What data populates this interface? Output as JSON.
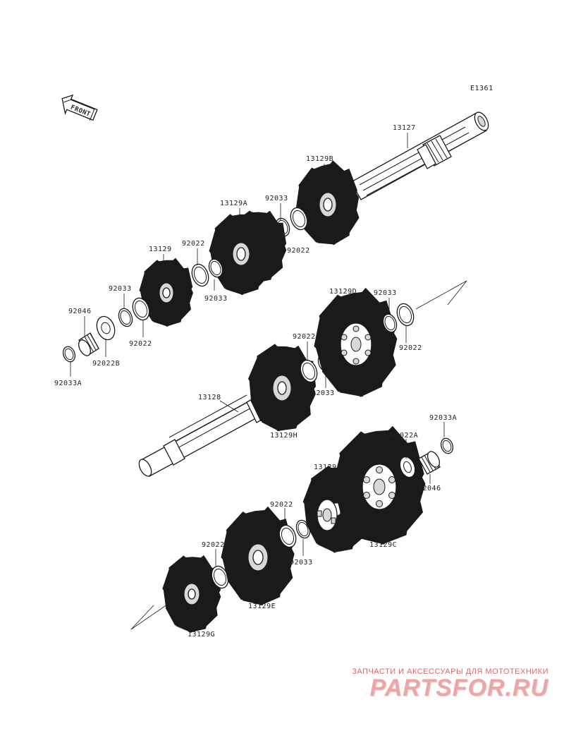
{
  "diagram": {
    "code": "E1361",
    "front_marker": "FRONT",
    "labels": [
      {
        "id": "13127",
        "text": "13127"
      },
      {
        "id": "13129B",
        "text": "13129B"
      },
      {
        "id": "92033-a",
        "text": "92033"
      },
      {
        "id": "13129A",
        "text": "13129A"
      },
      {
        "id": "92022-a",
        "text": "92022"
      },
      {
        "id": "13129",
        "text": "13129"
      },
      {
        "id": "92022-b",
        "text": "92022"
      },
      {
        "id": "92033-b",
        "text": "92033"
      },
      {
        "id": "92033-c",
        "text": "92033"
      },
      {
        "id": "92046-a",
        "text": "92046"
      },
      {
        "id": "92022-c",
        "text": "92022"
      },
      {
        "id": "92022B",
        "text": "92022B"
      },
      {
        "id": "92033A-a",
        "text": "92033A"
      },
      {
        "id": "13129D",
        "text": "13129D"
      },
      {
        "id": "92033-d",
        "text": "92033"
      },
      {
        "id": "92022-d",
        "text": "92022"
      },
      {
        "id": "92022-e",
        "text": "92022"
      },
      {
        "id": "92033-e",
        "text": "92033"
      },
      {
        "id": "13128",
        "text": "13128"
      },
      {
        "id": "13129H",
        "text": "13129H"
      },
      {
        "id": "92033A-b",
        "text": "92033A"
      },
      {
        "id": "92022A",
        "text": "92022A"
      },
      {
        "id": "92046-b",
        "text": "92046"
      },
      {
        "id": "13129F",
        "text": "13129F"
      },
      {
        "id": "92022-f",
        "text": "92022"
      },
      {
        "id": "92033-f",
        "text": "92033"
      },
      {
        "id": "13129C",
        "text": "13129C"
      },
      {
        "id": "92022-g",
        "text": "92022"
      },
      {
        "id": "13129E",
        "text": "13129E"
      },
      {
        "id": "13129G",
        "text": "13129G"
      }
    ]
  },
  "watermark": {
    "tagline": "ЗАПЧАСТИ И АКСЕССУАРЫ ДЛЯ МОТОТЕХНИКИ",
    "brand": "PARTSFOR.RU"
  }
}
